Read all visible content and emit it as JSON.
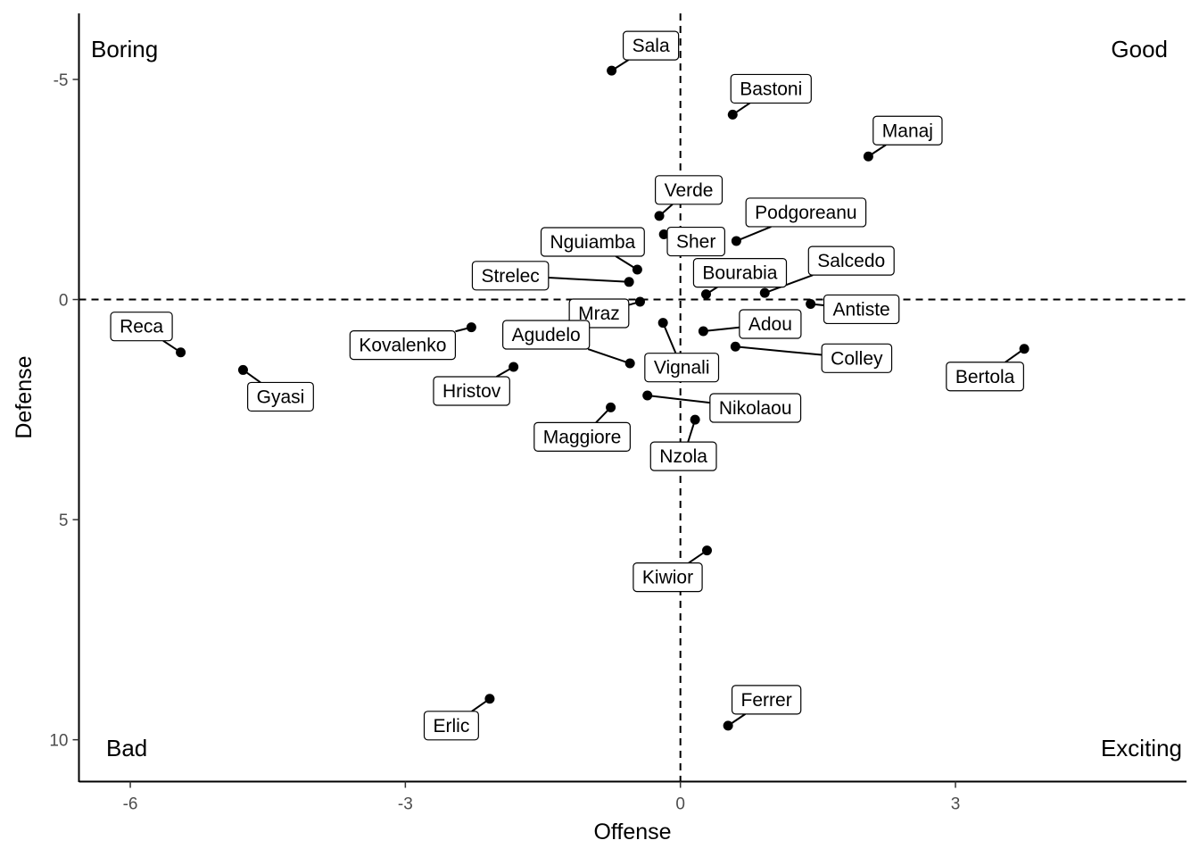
{
  "chart_data": {
    "type": "scatter",
    "xlabel": "Offense",
    "ylabel": "Defense",
    "xlim": [
      -6.56,
      5.52
    ],
    "ylim": [
      -6.5,
      10.95
    ],
    "y_reversed": true,
    "x_ticks": [
      -6,
      -3,
      0,
      3
    ],
    "x_tick_labels": [
      "-6",
      "-3",
      "0",
      "3"
    ],
    "y_ticks": [
      -5,
      0,
      5,
      10
    ],
    "y_tick_labels": [
      "-5",
      "0",
      "5",
      "10"
    ],
    "reference_lines": {
      "x": 0,
      "y": 0,
      "style": "dashed"
    },
    "quadrant_labels": {
      "top_left": "Boring",
      "top_right": "Good",
      "bottom_left": "Bad",
      "bottom_right": "Exciting"
    },
    "points": [
      {
        "label": "Sala",
        "x": -0.75,
        "y": -5.2
      },
      {
        "label": "Bastoni",
        "x": 0.57,
        "y": -4.2
      },
      {
        "label": "Manaj",
        "x": 2.05,
        "y": -3.25
      },
      {
        "label": "Verde",
        "x": -0.23,
        "y": -1.9
      },
      {
        "label": "Podgoreanu",
        "x": 0.61,
        "y": -1.33
      },
      {
        "label": "Sher",
        "x": -0.18,
        "y": -1.48
      },
      {
        "label": "Nguiamba",
        "x": -0.47,
        "y": -0.68
      },
      {
        "label": "Salcedo",
        "x": 0.92,
        "y": -0.15
      },
      {
        "label": "Bourabia",
        "x": 0.28,
        "y": -0.12
      },
      {
        "label": "Strelec",
        "x": -0.56,
        "y": -0.4
      },
      {
        "label": "Mraz",
        "x": -0.44,
        "y": 0.05
      },
      {
        "label": "Antiste",
        "x": 1.42,
        "y": 0.1
      },
      {
        "label": "Reca",
        "x": -5.45,
        "y": 1.2
      },
      {
        "label": "Kovalenko",
        "x": -2.28,
        "y": 0.63
      },
      {
        "label": "Adou",
        "x": 0.25,
        "y": 0.72
      },
      {
        "label": "Vignali",
        "x": -0.19,
        "y": 0.53
      },
      {
        "label": "Agudelo",
        "x": -0.55,
        "y": 1.45
      },
      {
        "label": "Colley",
        "x": 0.6,
        "y": 1.07
      },
      {
        "label": "Bertola",
        "x": 3.75,
        "y": 1.12
      },
      {
        "label": "Gyasi",
        "x": -4.77,
        "y": 1.6
      },
      {
        "label": "Hristov",
        "x": -1.82,
        "y": 1.53
      },
      {
        "label": "Nikolaou",
        "x": -0.36,
        "y": 2.18
      },
      {
        "label": "Maggiore",
        "x": -0.76,
        "y": 2.45
      },
      {
        "label": "Nzola",
        "x": 0.16,
        "y": 2.73
      },
      {
        "label": "Kiwior",
        "x": 0.29,
        "y": 5.7
      },
      {
        "label": "Ferrer",
        "x": 0.52,
        "y": 9.68
      },
      {
        "label": "Erlic",
        "x": -2.08,
        "y": 9.07
      }
    ]
  }
}
